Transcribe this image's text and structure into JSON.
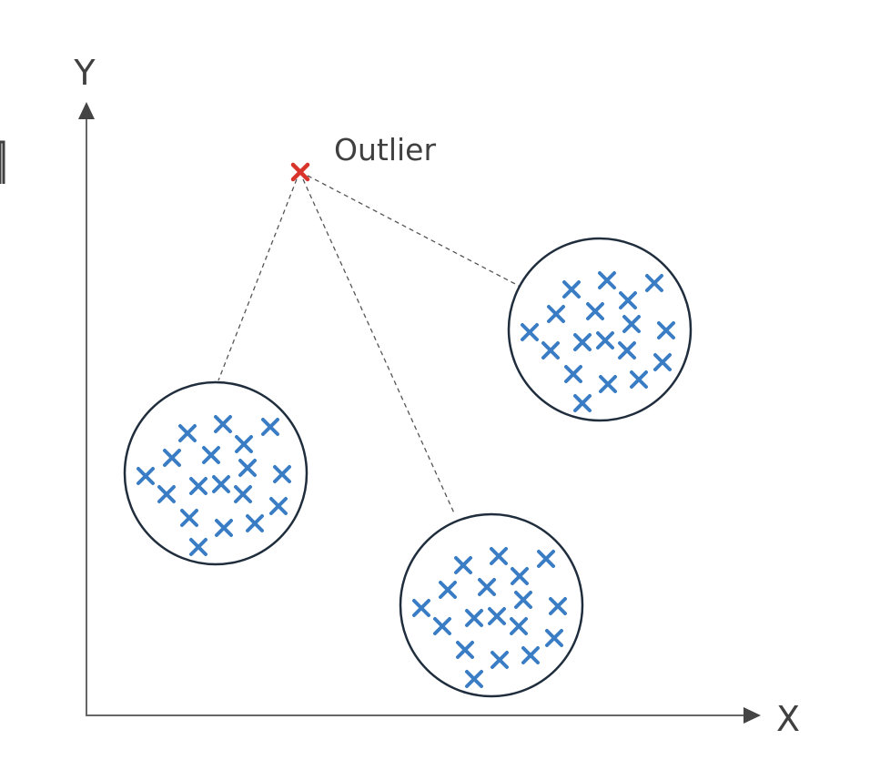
{
  "diagram": {
    "y_axis_label": "Y",
    "x_axis_label": "X",
    "outlier_label": "Outlier",
    "cluster_count": 3,
    "points_per_cluster": 18,
    "colors": {
      "cluster_points": "#3a7dc4",
      "outlier_point": "#d9342b",
      "circle_stroke": "#1f2d3d",
      "axis": "#555555",
      "dashed_line": "#555555"
    }
  }
}
